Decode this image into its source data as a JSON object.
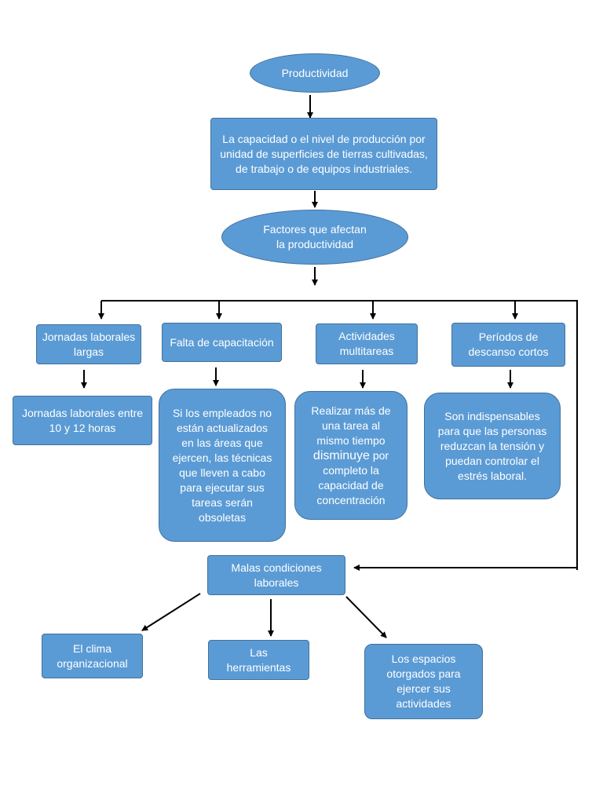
{
  "nodes": {
    "productividad": "Productividad",
    "definicion": "La capacidad o el nivel de producción por unidad de superficies de tierras cultivadas, de trabajo o de equipos industriales.",
    "factores_line1": "Factores que afectan",
    "factores_line2": "la productividad",
    "jornadas": "Jornadas laborales largas",
    "falta": "Falta de capacitación",
    "actividades": "Actividades multitareas",
    "periodos": "Períodos de descanso cortos",
    "jornadas_detalle": "Jornadas laborales entre 10 y 12 horas",
    "falta_detalle": "Si los empleados no están actualizados en las áreas que ejercen, las técnicas que lleven a cabo para ejecutar sus tareas serán obsoletas",
    "actividades_detalle_pre": "Realizar más de una tarea al mismo tiempo",
    "actividades_detalle_emph": "disminuye",
    "actividades_detalle_post": "por completo la capacidad de concentración",
    "periodos_detalle": "Son indispensables para que las personas reduzcan la tensión y puedan controlar el estrés laboral.",
    "malas": "Malas condiciones laborales",
    "clima": "El clima organizacional",
    "herramientas": "Las herramientas",
    "espacios": "Los espacios otorgados para ejercer sus actividades"
  },
  "colors": {
    "fill": "#5b9bd5",
    "border": "#41719c",
    "text": "#ffffff",
    "arrow": "#000000"
  }
}
